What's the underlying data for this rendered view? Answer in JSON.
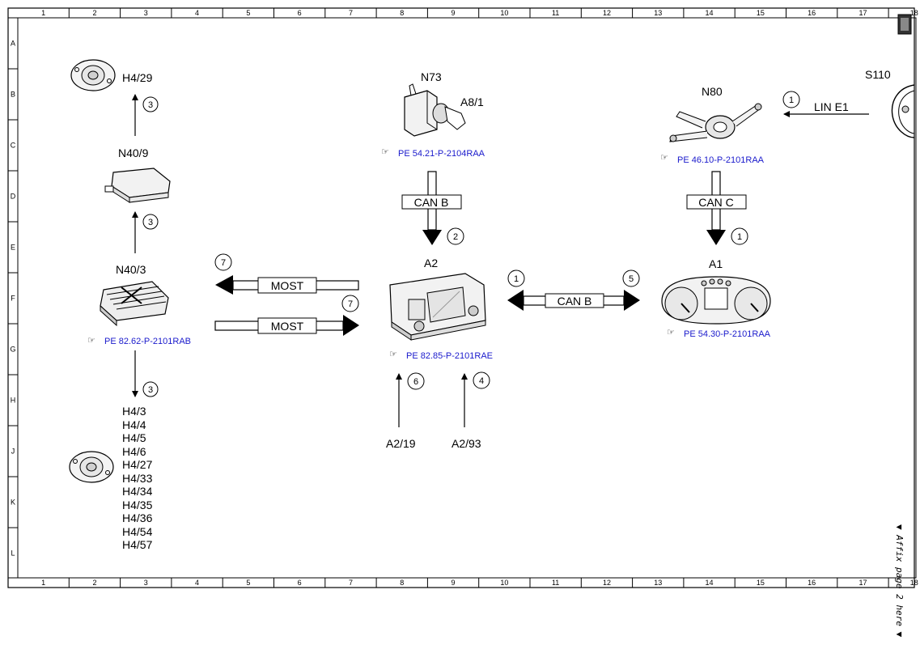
{
  "grid": {
    "columns": [
      "1",
      "2",
      "3",
      "4",
      "5",
      "6",
      "7",
      "8",
      "9",
      "10",
      "11",
      "12",
      "13",
      "14",
      "15",
      "16",
      "17",
      "18"
    ],
    "rows": [
      "A",
      "B",
      "C",
      "D",
      "E",
      "F",
      "G",
      "H",
      "J",
      "K",
      "L"
    ]
  },
  "components": {
    "h4_29": "H4/29",
    "n40_9": "N40/9",
    "n40_3": "N40/3",
    "n73": "N73",
    "a8_1": "A8/1",
    "a2": "A2",
    "a2_19": "A2/19",
    "a2_93": "A2/93",
    "n80": "N80",
    "s110": "S110",
    "a1": "A1"
  },
  "references": {
    "n73": "PE 54.21-P-2104RAA",
    "n80": "PE 46.10-P-2101RAA",
    "n40_3": "PE 82.62-P-2101RAB",
    "a2": "PE 82.85-P-2101RAE",
    "a1": "PE 54.30-P-2101RAA"
  },
  "buses": {
    "can_b_top": "CAN B",
    "can_c": "CAN C",
    "most_out": "MOST",
    "most_in": "MOST",
    "can_b_mid": "CAN B",
    "lin_e1": "LIN E1"
  },
  "speaker_list": [
    "H4/3",
    "H4/4",
    "H4/5",
    "H4/6",
    "H4/27",
    "H4/33",
    "H4/34",
    "H4/35",
    "H4/36",
    "H4/54",
    "H4/57"
  ],
  "markers": {
    "n40_9_to_h4_29": "3",
    "n40_3_to_n40_9": "3",
    "n40_3_to_speakers": "3",
    "most_out": "7",
    "most_in": "7",
    "can_b_n73": "2",
    "can_c_n80": "1",
    "can_b_a2_left": "1",
    "can_b_a1_right": "5",
    "lin_e1": "1",
    "a2_19": "6",
    "a2_93": "4"
  },
  "side_note": "▼ Affix page 2 here ▼"
}
